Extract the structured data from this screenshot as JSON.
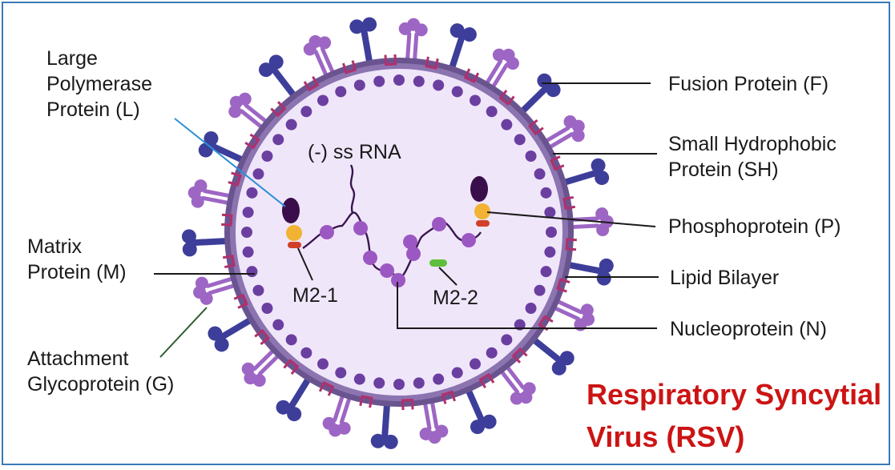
{
  "labels": {
    "large_polymerase": "Large\nPolymerase\nProtein (L)",
    "fusion_protein": "Fusion Protein (F)",
    "small_hydrophobic": "Small Hydrophobic\nProtein (SH)",
    "ss_rna": "(-) ss RNA",
    "phosphoprotein": "Phosphoprotein (P)",
    "matrix_protein": "Matrix\nProtein (M)",
    "lipid_bilayer": "Lipid Bilayer",
    "m2_1": "M2-1",
    "m2_2": "M2-2",
    "nucleoprotein": "Nucleoprotein (N)",
    "attachment_glycoprotein": "Attachment\nGlycoprotein (G)"
  },
  "title": {
    "line1": "Respiratory Syncytial",
    "line2": "Virus (RSV)"
  },
  "colors": {
    "frame": "#3a79b8",
    "title": "#cc1414",
    "interior": "#f0e6fa",
    "membrane": "#6a5490",
    "membrane_inner": "#8c74b0",
    "matrix_dot": "#6b3fa0",
    "fusion_protein": "#9d66c4",
    "attachment_glycoprotein": "#3d3e9a",
    "sh_protein": "#b0306c",
    "nucleoprotein": "#9c58c2",
    "polymerase": "#3a0e4a",
    "phosphoprotein": "#f2b233",
    "m2_1": "#d13f2a",
    "m2_2": "#5fbf3c",
    "leader_blue": "#2b8fd6",
    "leader_green": "#2e5a2e"
  }
}
